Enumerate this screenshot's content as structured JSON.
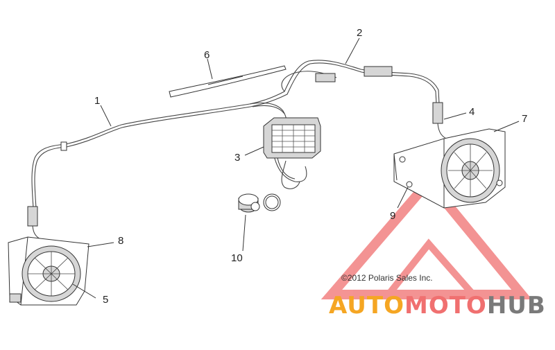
{
  "callouts": {
    "c1": "1",
    "c2": "2",
    "c3": "3",
    "c4": "4",
    "c5": "5",
    "c6": "6",
    "c7": "7",
    "c8": "8",
    "c9": "9",
    "c10": "10"
  },
  "copyright": "©2012 Polaris Sales Inc.",
  "watermark": {
    "part1": "AUTO",
    "part2": "MOTO",
    "part3": "HUB"
  },
  "colors": {
    "watermark_red": "#f07070",
    "watermark_orange": "#f5a623",
    "watermark_gray": "#7a7a7a",
    "line": "#333333"
  }
}
